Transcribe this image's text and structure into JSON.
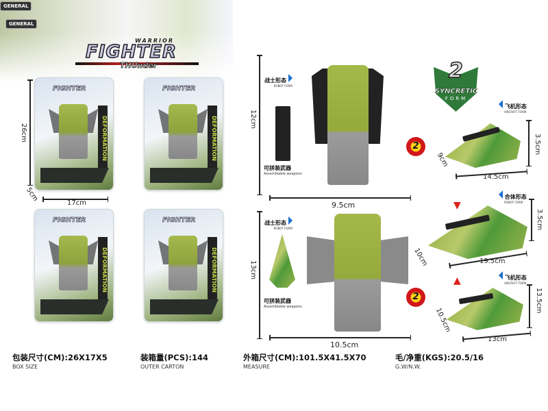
{
  "header": {
    "badges": [
      "GENERAL",
      "GENERAL"
    ],
    "logo": {
      "top": "WARRIOR",
      "main": "FIGHTER",
      "sub": "THUnder"
    }
  },
  "packages": [
    {
      "logo": "FIGHTER",
      "side": "DEFORMATION"
    },
    {
      "logo": "FIGHTER",
      "side": "DEFORMATION"
    },
    {
      "logo": "FIGHTER",
      "side": "DEFORMATION"
    },
    {
      "logo": "FIGHTER",
      "side": "DEFORMATION"
    }
  ],
  "package_dims": {
    "height": "26cm",
    "depth": "5cm",
    "width": "17cm"
  },
  "form1": {
    "robot_label": "战士形态",
    "robot_label_en": "ROBOT FORM",
    "weapon_label": "可拼装武器",
    "weapon_label_en": "Assemblable weapons",
    "height": "12cm",
    "width": "9.5cm",
    "aircraft_label": "飞机形态",
    "aircraft_label_en": "AIRCRAFT FORM",
    "jet_height": "3.5cm",
    "jet_depth": "9cm",
    "jet_length": "14.5cm",
    "mode_icon": "1-2-1"
  },
  "badge": {
    "number": "2",
    "line1": "SYNCRETIC",
    "line2": "FORM"
  },
  "form2": {
    "robot_label": "战士形态",
    "robot_label_en": "ROBOT FORM",
    "weapon_label": "可拼装武器",
    "weapon_label_en": "Assemblable weapons",
    "height": "13cm",
    "width": "10.5cm",
    "combined_label": "合体形态",
    "combined_label_en": "ROBOT FORM",
    "combined_height": "3.5cm",
    "combined_depth": "10cm",
    "combined_length": "19.5cm",
    "aircraft_label": "飞机形态",
    "aircraft_label_en": "AIRCRAFT FORM",
    "jet_height": "13.5cm",
    "jet_depth": "10.5cm",
    "jet_length": "13cm",
    "mode_icon": "1-2-1"
  },
  "specs": [
    {
      "label": "包装尺寸(CM):26X17X5",
      "en": "BOX SIZE"
    },
    {
      "label": "装箱量(PCS):144",
      "en": "OUTER CARTON"
    },
    {
      "label": "外箱尺寸(CM):101.5X41.5X70",
      "en": "MEASURE"
    },
    {
      "label": "毛/净重(KGS):20.5/16",
      "en": "G.W/N.W."
    }
  ],
  "colors": {
    "accent_green": "#9bb040",
    "blue_marker": "#1a6fd0",
    "red_arrow": "#e0201a"
  }
}
